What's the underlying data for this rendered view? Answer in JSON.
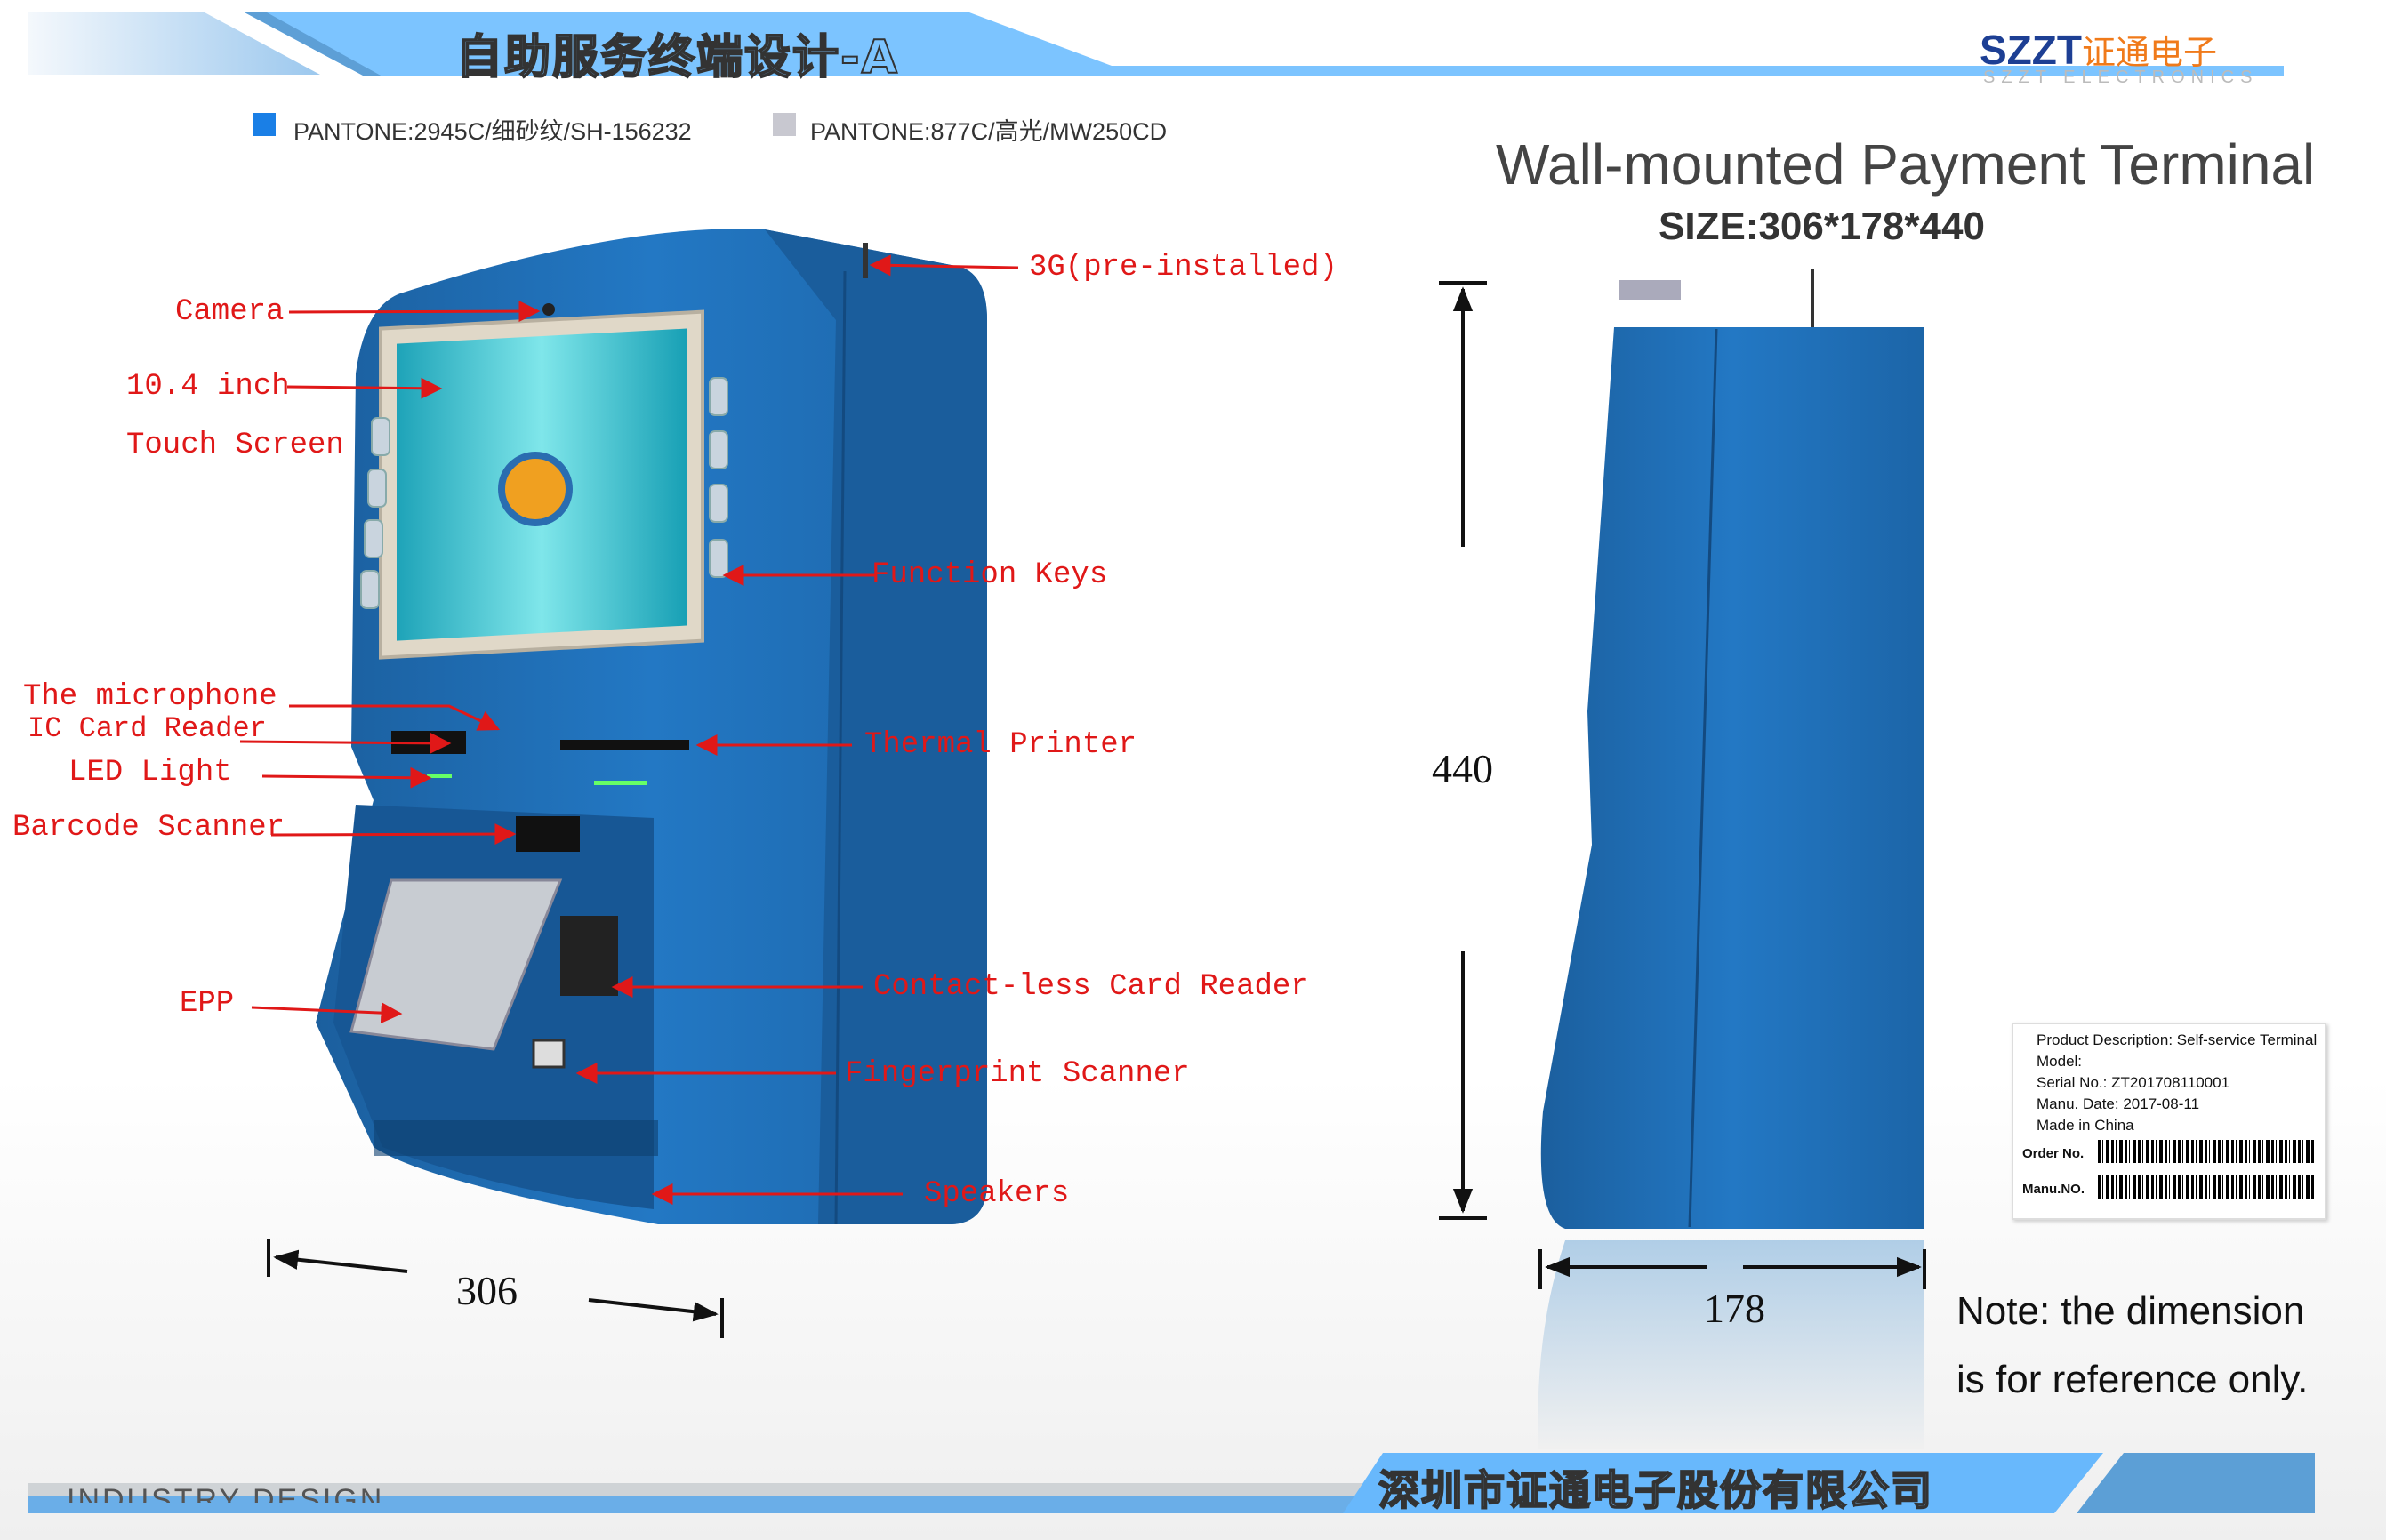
{
  "header": {
    "title_cn": "自助服务终端设计-A",
    "logo": "SZZT证通电子",
    "logo_sub": "SZZT ELECTRONICS"
  },
  "pantone": [
    {
      "label": "PANTONE:2945C/细砂纹/SH-156232",
      "color": "#1a7fe6"
    },
    {
      "label": "PANTONE:877C/高光/MW250CD",
      "color": "#c8c8d0"
    }
  ],
  "product": {
    "title": "Wall-mounted Payment Terminal",
    "size": "SIZE:306*178*440"
  },
  "callouts": {
    "camera": "Camera",
    "screen_size": "10.4 inch",
    "touch_screen": "Touch Screen",
    "microphone": "The microphone",
    "ic_card": "IC Card Reader",
    "led": "LED Light",
    "barcode": "Barcode Scanner",
    "epp": "EPP",
    "threeg": "3G(pre-installed)",
    "function_keys": "Function Keys",
    "printer": "Thermal Printer",
    "contactless": "Contact-less Card Reader",
    "fingerprint": "Fingerprint Scanner",
    "speakers": "Speakers"
  },
  "dimensions": {
    "width": "306",
    "height": "440",
    "depth": "178"
  },
  "note": {
    "line1": "Note: the dimension",
    "line2": "is for reference only."
  },
  "tag": {
    "desc": "Product Description: Self-service Terminal",
    "model": "Model:",
    "serial": "Serial No.: ZT201708110001",
    "date": "Manu. Date: 2017-08-11",
    "origin": "Made in China",
    "order": "Order No.",
    "manu": "Manu.NO."
  },
  "footer": {
    "company_cn": "深圳市证通电子股份有限公司",
    "industry": "INDUSTRY DESIGN"
  },
  "colors": {
    "body": "#1f6fb5",
    "accent": "#7cc4ff",
    "callout": "#e01818"
  }
}
